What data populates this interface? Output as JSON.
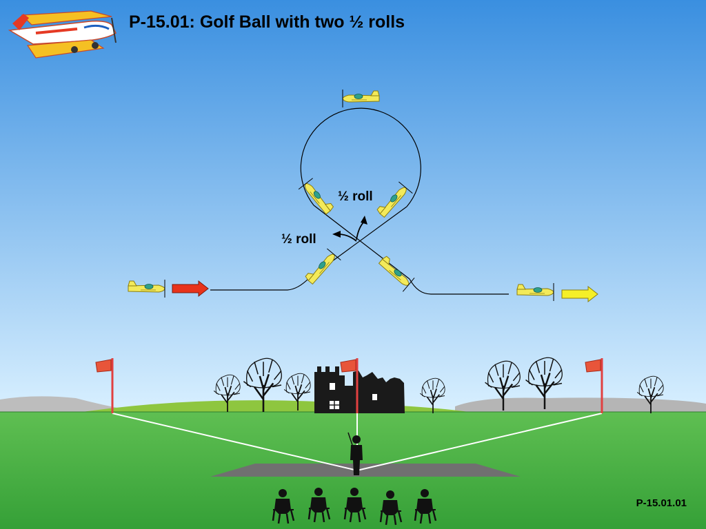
{
  "title": "P-15.01: Golf Ball with two ½ rolls",
  "labels": {
    "roll_upper": "½ roll",
    "roll_lower": "½ roll"
  },
  "slide_code": "P-15.01.01",
  "colors": {
    "sky_top": "#3a8fe0",
    "sky_bottom": "#d9f0ff",
    "grass": "#55b64e",
    "entry_arrow": "#e8331b",
    "exit_arrow": "#f5ef28",
    "plane_body": "#f3ea5a",
    "flag": "#e14040"
  },
  "icons": [
    "logo-airplane-icon",
    "model-airplane-icon",
    "flag-icon",
    "tree-icon",
    "ruin-icon",
    "pilot-icon",
    "judge-icon"
  ]
}
